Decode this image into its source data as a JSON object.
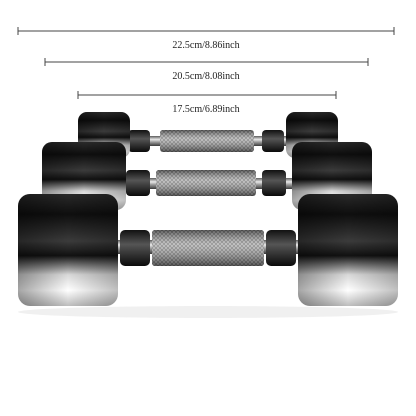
{
  "measurements": [
    {
      "label": "22.5cm/8.86inch"
    },
    {
      "label": "20.5cm/8.08inch"
    },
    {
      "label": "17.5cm/6.89inch"
    }
  ],
  "colors": {
    "line": "#444444",
    "text": "#222222",
    "chrome_dark": "#1b1b1b",
    "chrome_light": "#f2f2f2",
    "knurl": "#9a9a9a"
  }
}
